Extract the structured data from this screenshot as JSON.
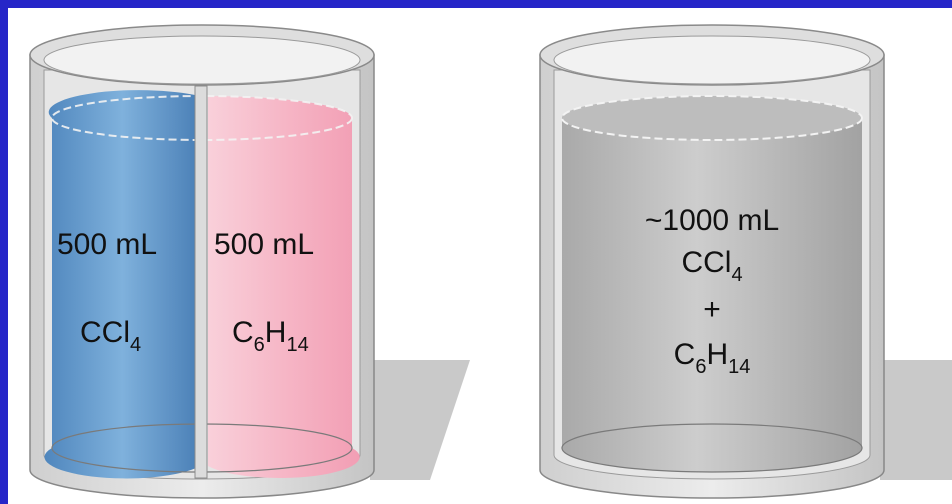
{
  "colors": {
    "background": "#2626c8",
    "ccl4_blue": "#5f97c9",
    "hexane_pink": "#f6b3c4",
    "mixture_gray": "#bcbcbc",
    "glass": "#d8d8d8"
  },
  "left_beaker": {
    "ccl4": {
      "volume": "500 mL",
      "formula_main": "CCl",
      "formula_sub": "4"
    },
    "hexane": {
      "volume": "500 mL",
      "c": "C",
      "c_sub": "6",
      "h": "H",
      "h_sub": "14"
    }
  },
  "right_beaker": {
    "volume": "~1000 mL",
    "ccl4_main": "CCl",
    "ccl4_sub": "4",
    "plus": "+",
    "c": "C",
    "c_sub": "6",
    "h": "H",
    "h_sub": "14"
  }
}
